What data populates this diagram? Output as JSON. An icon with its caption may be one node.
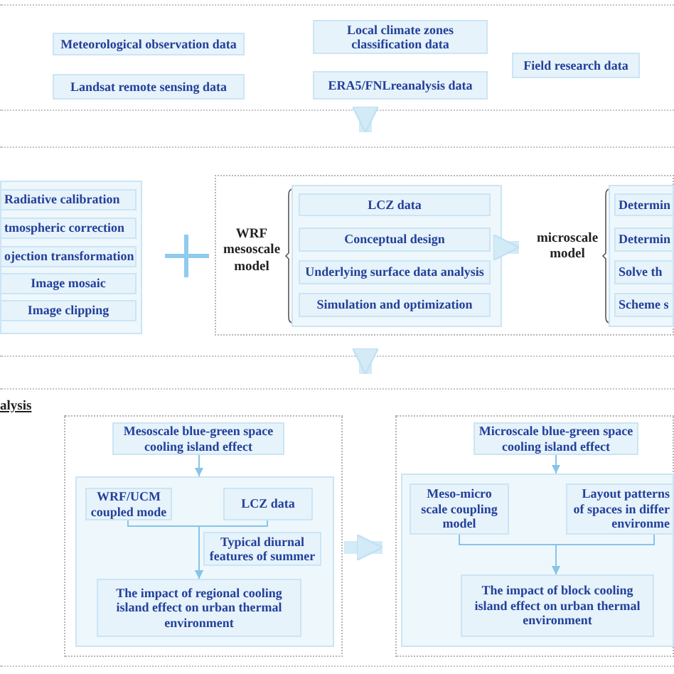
{
  "diagram": {
    "nodes": [
      {
        "text": [],
        "shape": "box"
      },
      {
        "text": [
          "Meteorological observation data"
        ],
        "in": 0
      },
      {
        "text": [
          "Landsat remote sensing data"
        ],
        "in": 0
      },
      {
        "text": [
          "Local climate zones classification data"
        ],
        "in": 0
      },
      {
        "text": [
          "ERA5/FNLreanalysis data"
        ],
        "in": 0
      },
      {
        "text": [
          "Field research data"
        ],
        "in": 0
      },
      {
        "text": [],
        "shape": "box"
      },
      {
        "text": [],
        "shape": "box",
        "in": 6
      },
      {
        "text": [
          "Radiative calibration"
        ],
        "in": 7
      },
      {
        "text": [
          "tmospheric correction"
        ],
        "in": 7
      },
      {
        "text": [
          "ojection transformation"
        ],
        "in": 7
      },
      {
        "text": [
          "Image mosaic"
        ],
        "in": 7
      },
      {
        "text": [
          "Image clipping"
        ],
        "in": 7
      },
      {
        "text": [],
        "shape": "box",
        "in": 6
      },
      {
        "text": [],
        "shape": "box",
        "in": 13
      },
      {
        "text": [
          "LCZ data"
        ],
        "in": 14
      },
      {
        "text": [
          "Conceptual design"
        ],
        "in": 14
      },
      {
        "text": [
          "Underlying surface data analysis"
        ],
        "in": 14
      },
      {
        "text": [
          "Simulation and optimization"
        ],
        "in": 14
      },
      {
        "text": [
          "microscale model"
        ],
        "in": 13
      },
      {
        "text": [],
        "shape": "box",
        "in": 13
      },
      {
        "text": [
          "Determin"
        ],
        "in": 20
      },
      {
        "text": [
          "Determin"
        ],
        "in": 20
      },
      {
        "text": [
          "Solve th"
        ],
        "in": 20
      },
      {
        "text": [
          "Scheme s"
        ],
        "in": 20
      },
      {
        "text": [],
        "shape": "box"
      },
      {
        "text": [],
        "shape": "box",
        "in": 25
      },
      {
        "text": [
          "Mesoscale blue-green space cooling island effect"
        ],
        "in": 26
      },
      {
        "text": [],
        "shape": "box",
        "in": 26
      },
      {
        "text": [
          "WRF/UCM coupled mode"
        ],
        "in": 28
      },
      {
        "text": [
          "LCZ data"
        ],
        "in": 28
      },
      {
        "text": [
          "Typical diurnal features of summer"
        ],
        "in": 28
      },
      {
        "text": [
          "The impact of regional cooling island effect on urban thermal environment"
        ],
        "in": 28
      },
      {
        "text": [],
        "shape": "box",
        "in": 25
      },
      {
        "text": [
          "Microscale blue-green space cooling island effect"
        ],
        "in": 33
      },
      {
        "text": [],
        "shape": "box",
        "in": 33
      },
      {
        "text": [
          "Meso-micro scale coupling model"
        ],
        "in": 35
      },
      {
        "text": [
          "Layout patterns of spaces in differ environme"
        ],
        "in": 35
      },
      {
        "text": [
          "The impact of block cooling island effect on urban thermal environment"
        ],
        "in": 35
      }
    ],
    "edges": [
      {
        "from": 0,
        "to": 6,
        "arrow": "to",
        "style": "thick",
        "color": "#d3eaf7"
      },
      {
        "from": 14,
        "to": 19,
        "arrow": "to",
        "style": "thick",
        "color": "#d3eaf7"
      },
      {
        "from": 6,
        "to": 25,
        "arrow": "to",
        "style": "thick",
        "color": "#d3eaf7"
      },
      {
        "from": 27,
        "to": 28,
        "arrow": "to"
      },
      {
        "from": 29,
        "to": 32,
        "arrow": "to"
      },
      {
        "from": 30,
        "to": 32,
        "arrow": "to"
      },
      {
        "from": 26,
        "to": 33,
        "arrow": "to",
        "style": "thick",
        "color": "#d3eaf7"
      },
      {
        "from": 34,
        "to": 35,
        "arrow": "to"
      },
      {
        "from": 36,
        "to": 38,
        "arrow": "to"
      },
      {
        "from": 37,
        "to": 38,
        "arrow": "to"
      }
    ],
    "labels": [
      "WRF mesoscale model",
      "alysis"
    ]
  }
}
